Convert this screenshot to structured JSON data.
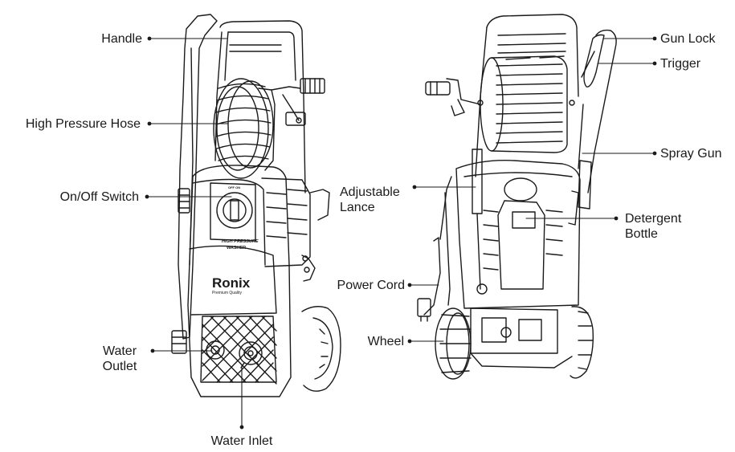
{
  "labels": {
    "handle": "Handle",
    "high_pressure_hose": "High Pressure Hose",
    "on_off_switch": "On/Off Switch",
    "water_outlet_line1": "Water",
    "water_outlet_line2": "Outlet",
    "water_inlet": "Water Inlet",
    "gun_lock": "Gun Lock",
    "trigger": "Trigger",
    "spray_gun": "Spray Gun",
    "adjustable_lance_line1": "Adjustable",
    "adjustable_lance_line2": "Lance",
    "detergent_bottle_line1": "Detergent",
    "detergent_bottle_line2": "Bottle",
    "power_cord": "Power Cord",
    "wheel": "Wheel"
  },
  "product": {
    "brand": "Ronix",
    "tagline": "Premium Quality",
    "panel_text_line1": "HIGH PRESSURE",
    "panel_text_line2": "WASHER",
    "switch_text": "OFF ON"
  },
  "colors": {
    "line": "#1a1a1a",
    "background": "#ffffff",
    "fill": "#ffffff"
  }
}
